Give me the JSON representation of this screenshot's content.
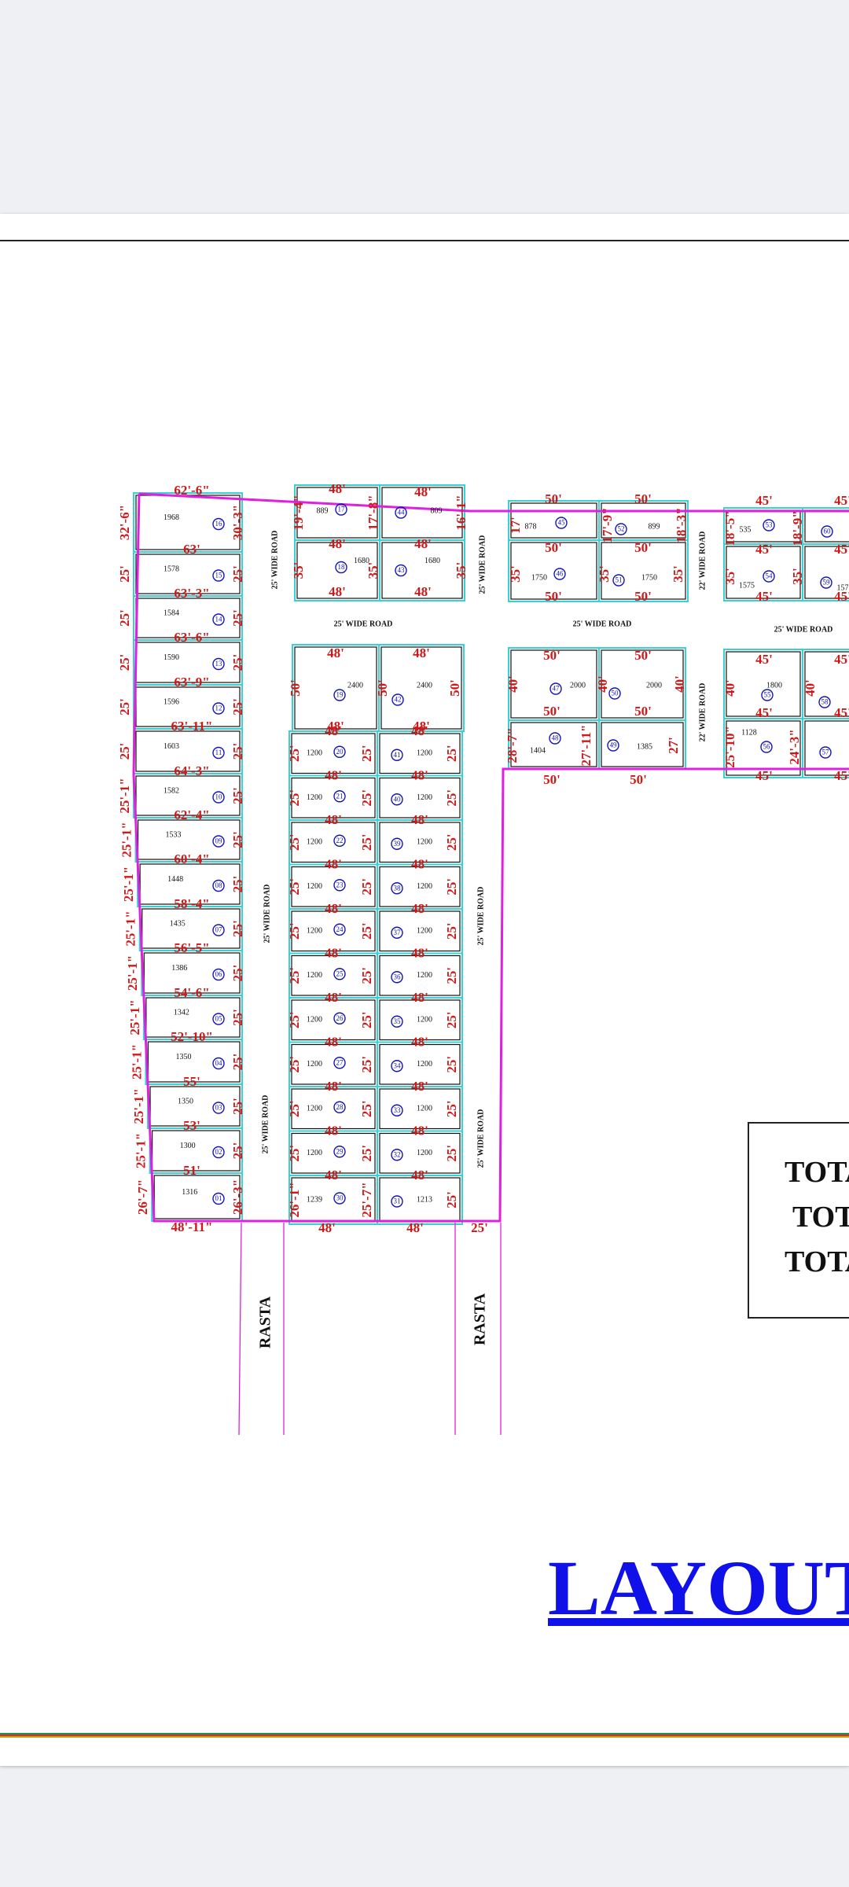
{
  "document": {
    "title": "LAYOUT"
  },
  "summary": {
    "lines": [
      "TOTA",
      "TOT",
      "TOTA"
    ]
  },
  "colors": {
    "boundary": "#e020e0",
    "dimension": "#d01818",
    "plotFrame": "#37d2d2",
    "plotNumber": "#1414b4",
    "title": "#1010e8"
  },
  "roads": {
    "left_vertical": "25' WIDE ROAD",
    "middle_top": "25' WIDE ROAD",
    "right_vertical_top": "25' WIDE ROAD",
    "right_vertical_bottom": "25' WIDE ROAD",
    "horizontal_1": "25' WIDE ROAD",
    "horizontal_2": "25' WIDE ROAD",
    "horizontal_3": "25' WIDE ROAD",
    "narrow_vertical": "22' WIDE ROAD",
    "rasta": "RASTA"
  },
  "plots": [
    {
      "no": "16",
      "area": "1968"
    },
    {
      "no": "15",
      "area": "1578"
    },
    {
      "no": "14",
      "area": "1584"
    },
    {
      "no": "13",
      "area": "1590"
    },
    {
      "no": "12",
      "area": "1596"
    },
    {
      "no": "11",
      "area": "1603"
    },
    {
      "no": "10",
      "area": "1582"
    },
    {
      "no": "09",
      "area": "1533"
    },
    {
      "no": "08",
      "area": "1448"
    },
    {
      "no": "07",
      "area": "1435"
    },
    {
      "no": "06",
      "area": "1386"
    },
    {
      "no": "05",
      "area": "1342"
    },
    {
      "no": "04",
      "area": "1350"
    },
    {
      "no": "03",
      "area": "1350"
    },
    {
      "no": "02",
      "area": "1300"
    },
    {
      "no": "01",
      "area": "1316"
    },
    {
      "no": "17",
      "area": "889"
    },
    {
      "no": "18",
      "area": "1680"
    },
    {
      "no": "19",
      "area": "2400"
    },
    {
      "no": "20",
      "area": "1200"
    },
    {
      "no": "21",
      "area": "1200"
    },
    {
      "no": "22",
      "area": "1200"
    },
    {
      "no": "23",
      "area": "1200"
    },
    {
      "no": "24",
      "area": "1200"
    },
    {
      "no": "25",
      "area": "1200"
    },
    {
      "no": "26",
      "area": "1200"
    },
    {
      "no": "27",
      "area": "1200"
    },
    {
      "no": "28",
      "area": "1200"
    },
    {
      "no": "29",
      "area": "1200"
    },
    {
      "no": "30",
      "area": "1239"
    },
    {
      "no": "44",
      "area": "809"
    },
    {
      "no": "43",
      "area": "1680"
    },
    {
      "no": "42",
      "area": "2400"
    },
    {
      "no": "41",
      "area": "1200"
    },
    {
      "no": "40",
      "area": "1200"
    },
    {
      "no": "39",
      "area": "1200"
    },
    {
      "no": "38",
      "area": "1200"
    },
    {
      "no": "37",
      "area": "1200"
    },
    {
      "no": "36",
      "area": "1200"
    },
    {
      "no": "35",
      "area": "1200"
    },
    {
      "no": "34",
      "area": "1200"
    },
    {
      "no": "33",
      "area": "1200"
    },
    {
      "no": "32",
      "area": "1200"
    },
    {
      "no": "31",
      "area": "1213"
    },
    {
      "no": "45",
      "area": "878"
    },
    {
      "no": "46",
      "area": "1750"
    },
    {
      "no": "47",
      "area": "2000"
    },
    {
      "no": "48",
      "area": "1404"
    },
    {
      "no": "52",
      "area": "899"
    },
    {
      "no": "51",
      "area": "1750"
    },
    {
      "no": "50",
      "area": "2000"
    },
    {
      "no": "49",
      "area": "1385"
    },
    {
      "no": "53",
      "area": "535"
    },
    {
      "no": "54",
      "area": "1575"
    },
    {
      "no": "55",
      "area": "1800"
    },
    {
      "no": "56",
      "area": "1128"
    },
    {
      "no": "60",
      "area": ""
    },
    {
      "no": "59",
      "area": "157"
    },
    {
      "no": "58",
      "area": ""
    },
    {
      "no": "57",
      "area": ""
    }
  ],
  "dims": [
    "62'-6\"",
    "63'",
    "63'-3\"",
    "63'-6\"",
    "63'-9\"",
    "63'-11\"",
    "64'-3\"",
    "62'-4\"",
    "60'-4\"",
    "58'-4\"",
    "56'-5\"",
    "54'-6\"",
    "52'-10\"",
    "55'",
    "53'",
    "51'",
    "48'-11\"",
    "32'-6\"",
    "30'-3\"",
    "26'-3\"",
    "26'-7\"",
    "26'-1\"",
    "25'-7\"",
    "25'",
    "48'",
    "50'",
    "45'",
    "40'",
    "35'",
    "19'-4\"",
    "17'-8\"",
    "16'-1\"",
    "17'",
    "17'-9\"",
    "18'-3\"",
    "18'-5\"",
    "18'-9\"",
    "28'-7\"",
    "27'-11\"",
    "27'",
    "25'-10\"",
    "24'-3\"",
    "25'-1\""
  ]
}
